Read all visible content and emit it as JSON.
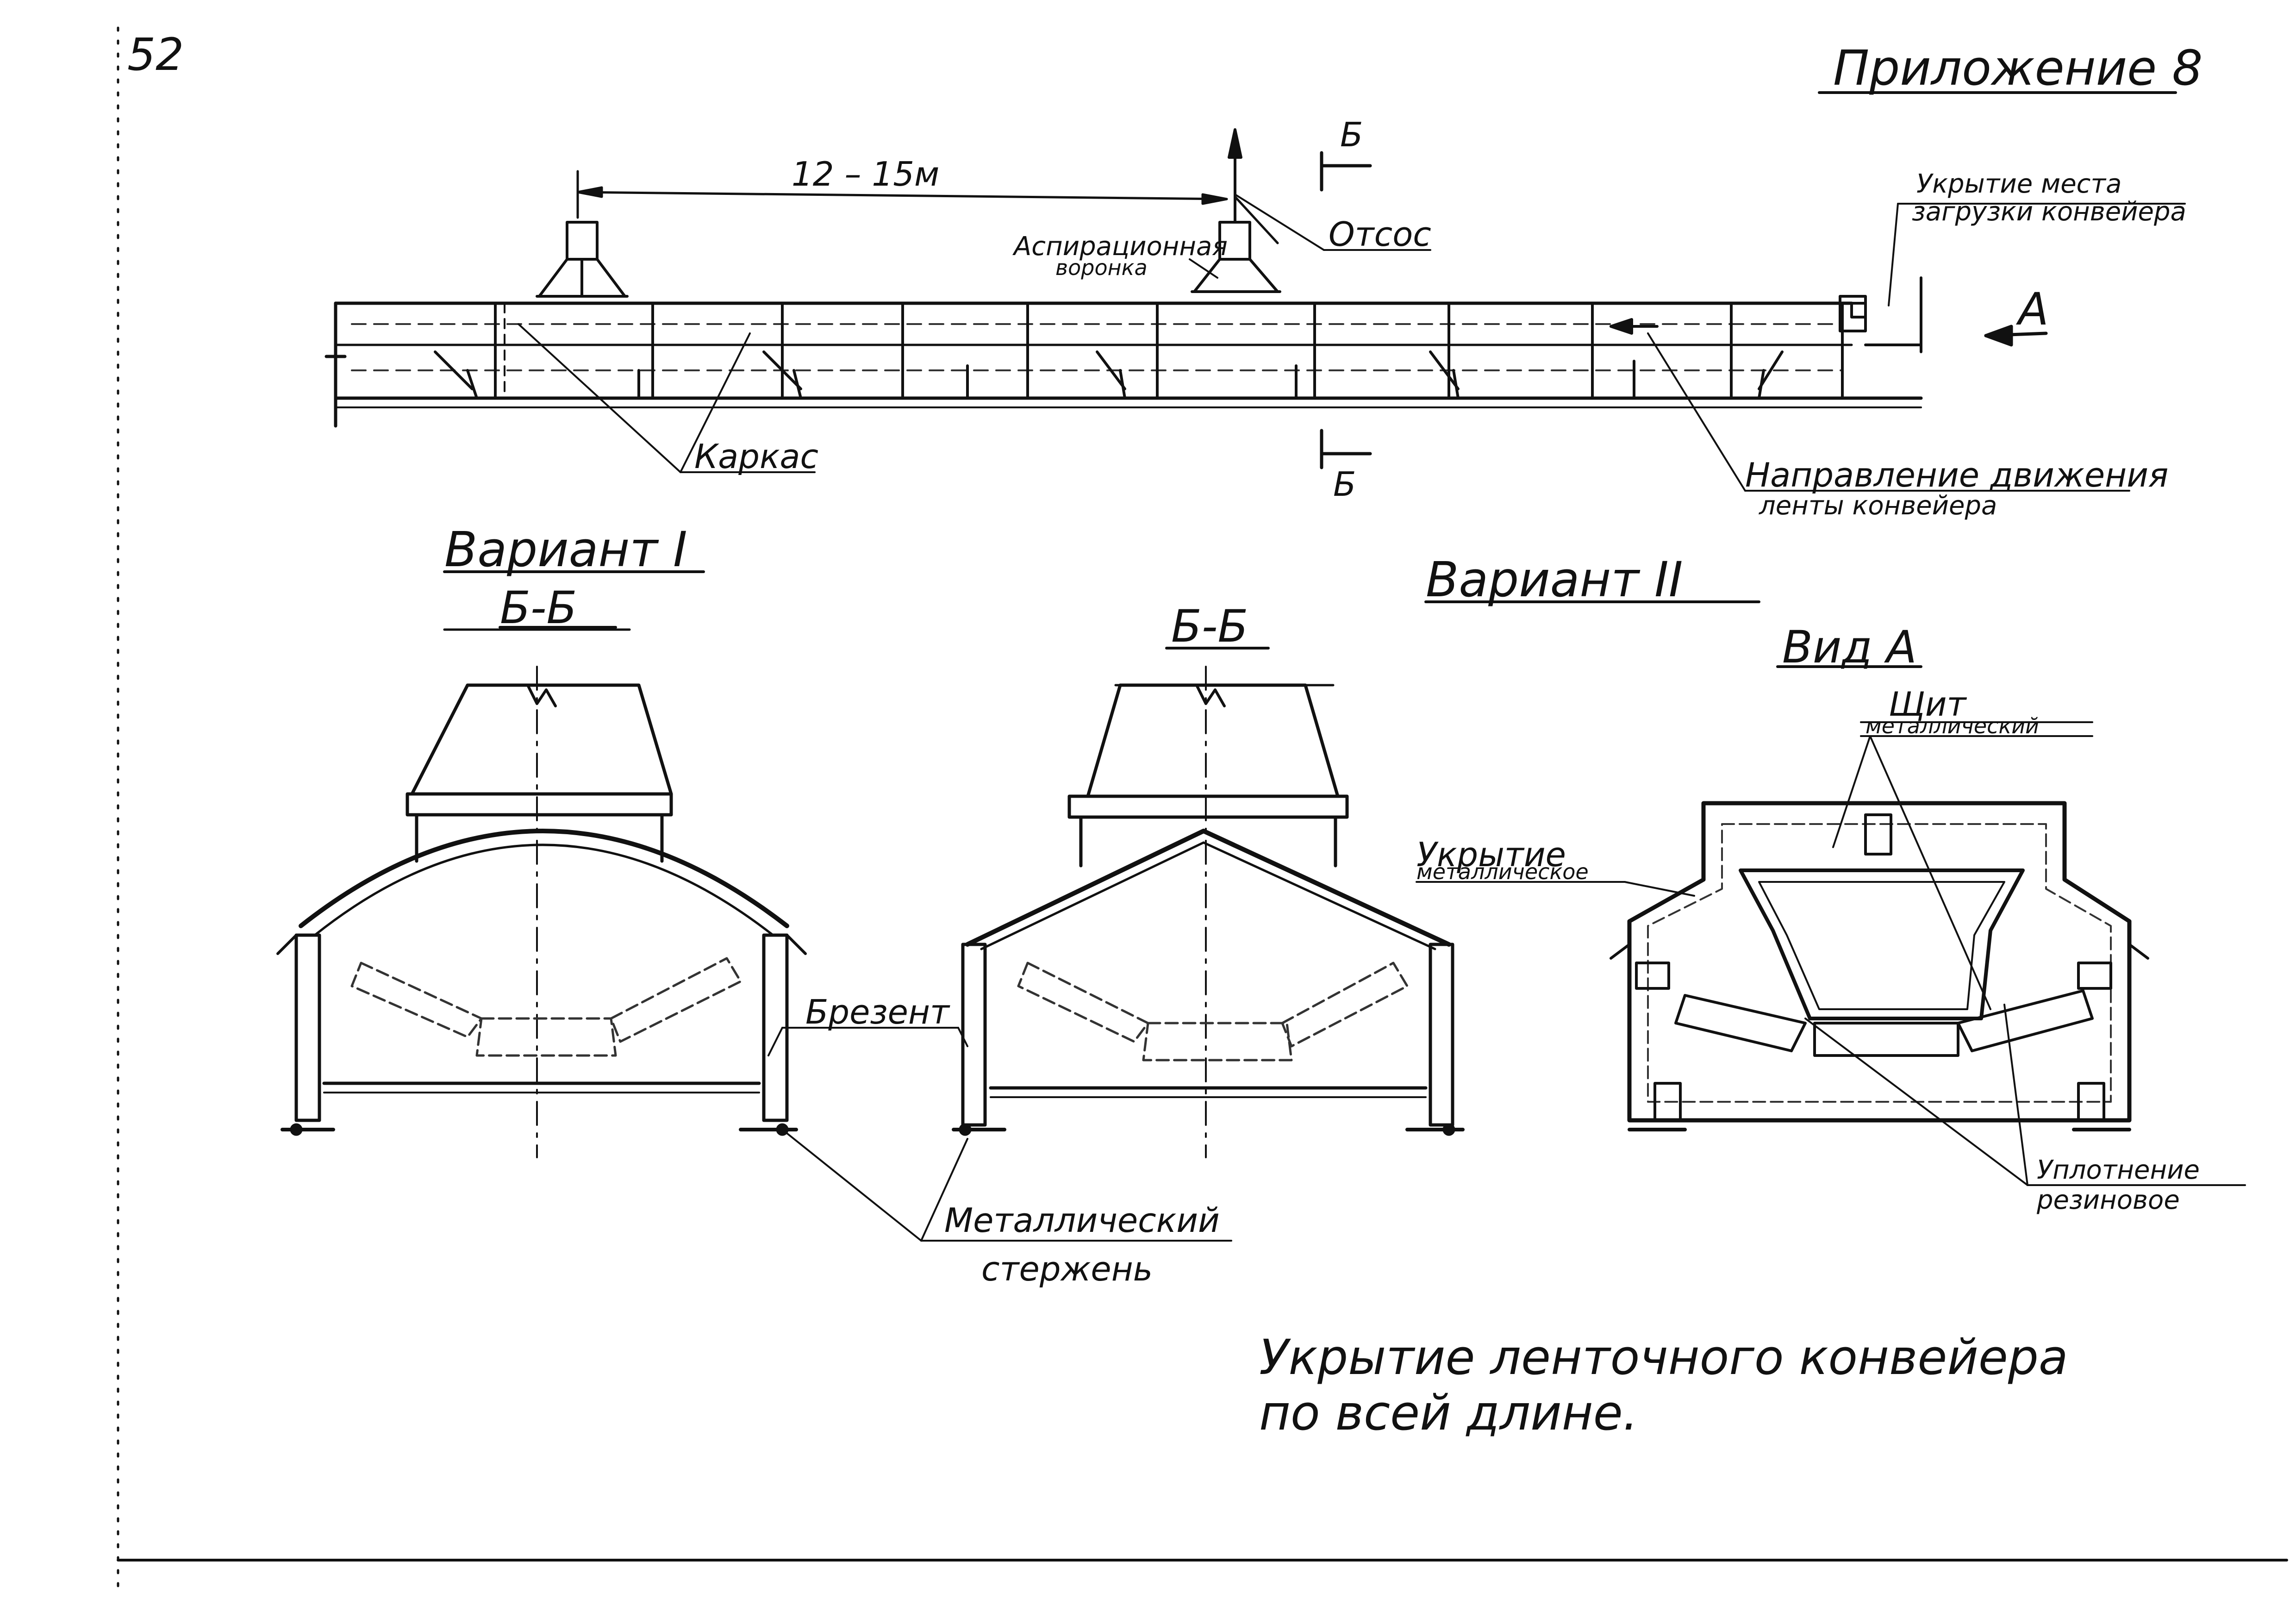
{
  "page_number": "52",
  "appendix": "Приложение 8",
  "top_view": {
    "dimension": "12 – 15м",
    "section_mark_top": "Б",
    "section_mark_bottom": "Б",
    "view_arrow": "A",
    "labels": {
      "aspiration_funnel_1": "Аспирационная",
      "aspiration_funnel_2": "воронка",
      "exhaust": "Отсос",
      "loading_cover_1": "Укрытие места",
      "loading_cover_2": "загрузки конвейера",
      "frame": "Каркас",
      "belt_direction_1": "Направление движения",
      "belt_direction_2": "ленты конвейера"
    }
  },
  "variant1": {
    "title": "Вариант I",
    "section": "Б-Б"
  },
  "variant2": {
    "title": "Вариант II",
    "section": "Б-Б",
    "view_a": "Вид А",
    "labels": {
      "shield_1": "Щит",
      "shield_2": "металлический",
      "cover_1": "Укрытие",
      "cover_2": "металлическое",
      "seal_1": "Уплотнение",
      "seal_2": "резиновое"
    }
  },
  "shared_labels": {
    "tarpaulin": "Брезент",
    "rod_1": "Металлический",
    "rod_2": "стержень"
  },
  "caption": {
    "line1": "Укрытие ленточного конвейера",
    "line2": "по всей длине."
  },
  "colors": {
    "ink": "#111111",
    "paper": "#ffffff",
    "dashed": "#333333"
  }
}
